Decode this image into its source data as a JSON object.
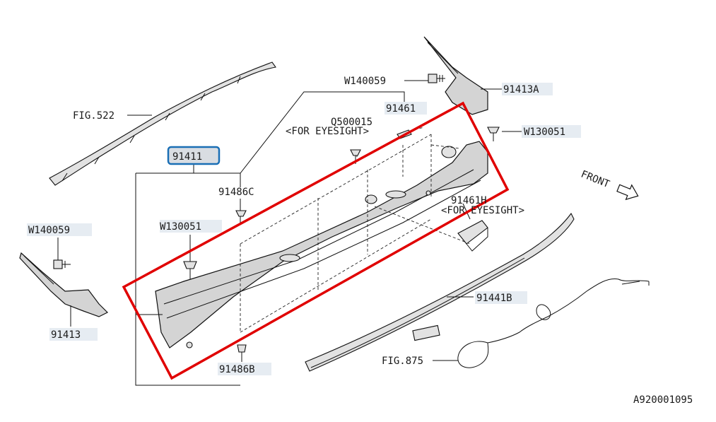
{
  "labels": {
    "fig522": "FIG.522",
    "w140059_top": "W140059",
    "p91413a": "91413A",
    "p91461": "91461",
    "q500015": "Q500015",
    "for_eyesight_1": "<FOR EYESIGHT>",
    "w130051_right": "W130051",
    "p91411": "91411",
    "p91486c": "91486C",
    "p91461h": "91461H",
    "for_eyesight_2": "<FOR EYESIGHT>",
    "front": "FRONT",
    "w140059_left": "W140059",
    "w130051_left": "W130051",
    "p91441b": "91441B",
    "p91413": "91413",
    "fig875": "FIG.875",
    "p91486b": "91486B",
    "diagram_id": "A920001095"
  },
  "colors": {
    "highlight_box": "#e00000",
    "selected_label_border": "#1a6fb5",
    "label_background": "#e6ecf2"
  },
  "icons": {
    "front_arrow": "arrow-right-icon"
  }
}
